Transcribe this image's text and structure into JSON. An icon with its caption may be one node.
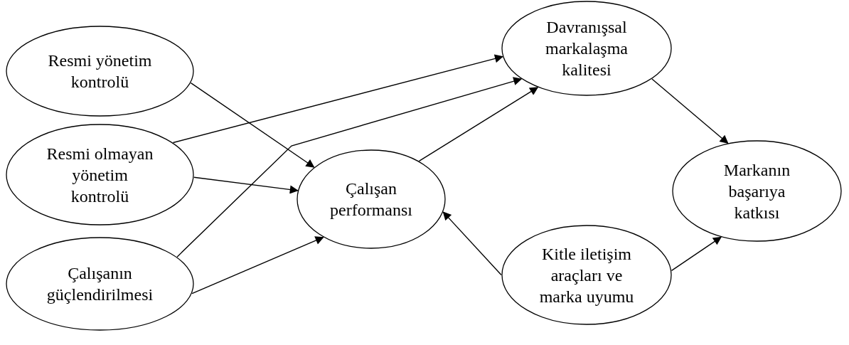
{
  "diagram": {
    "nodes": [
      {
        "text": [
          "Resmi yönetim kontrolü"
        ]
      },
      {
        "text": [
          "Resmi olmayan yönetim kontrolü"
        ]
      },
      {
        "text": [
          "Çalışanın güçlendirilmesi"
        ]
      },
      {
        "text": [
          "Çalışan performansı"
        ]
      },
      {
        "text": [
          "Davranışsal markalaşma kalitesi"
        ]
      },
      {
        "text": [
          "Markanın başarıya katkısı"
        ]
      },
      {
        "text": [
          "Kitle iletişim araçları ve marka uyumu"
        ]
      }
    ],
    "edges": [
      {
        "from": 0,
        "to": 3,
        "arrow": "to"
      },
      {
        "from": 1,
        "to": 4,
        "arrow": "to"
      },
      {
        "from": 1,
        "to": 3,
        "arrow": "to"
      },
      {
        "from": 2,
        "to": 4,
        "arrow": "to"
      },
      {
        "from": 2,
        "to": 3,
        "arrow": "to"
      },
      {
        "from": 3,
        "to": 4,
        "arrow": "to"
      },
      {
        "from": 4,
        "to": 5,
        "arrow": "to"
      },
      {
        "from": 6,
        "to": 3,
        "arrow": "to"
      },
      {
        "from": 6,
        "to": 5,
        "arrow": "to"
      }
    ]
  }
}
